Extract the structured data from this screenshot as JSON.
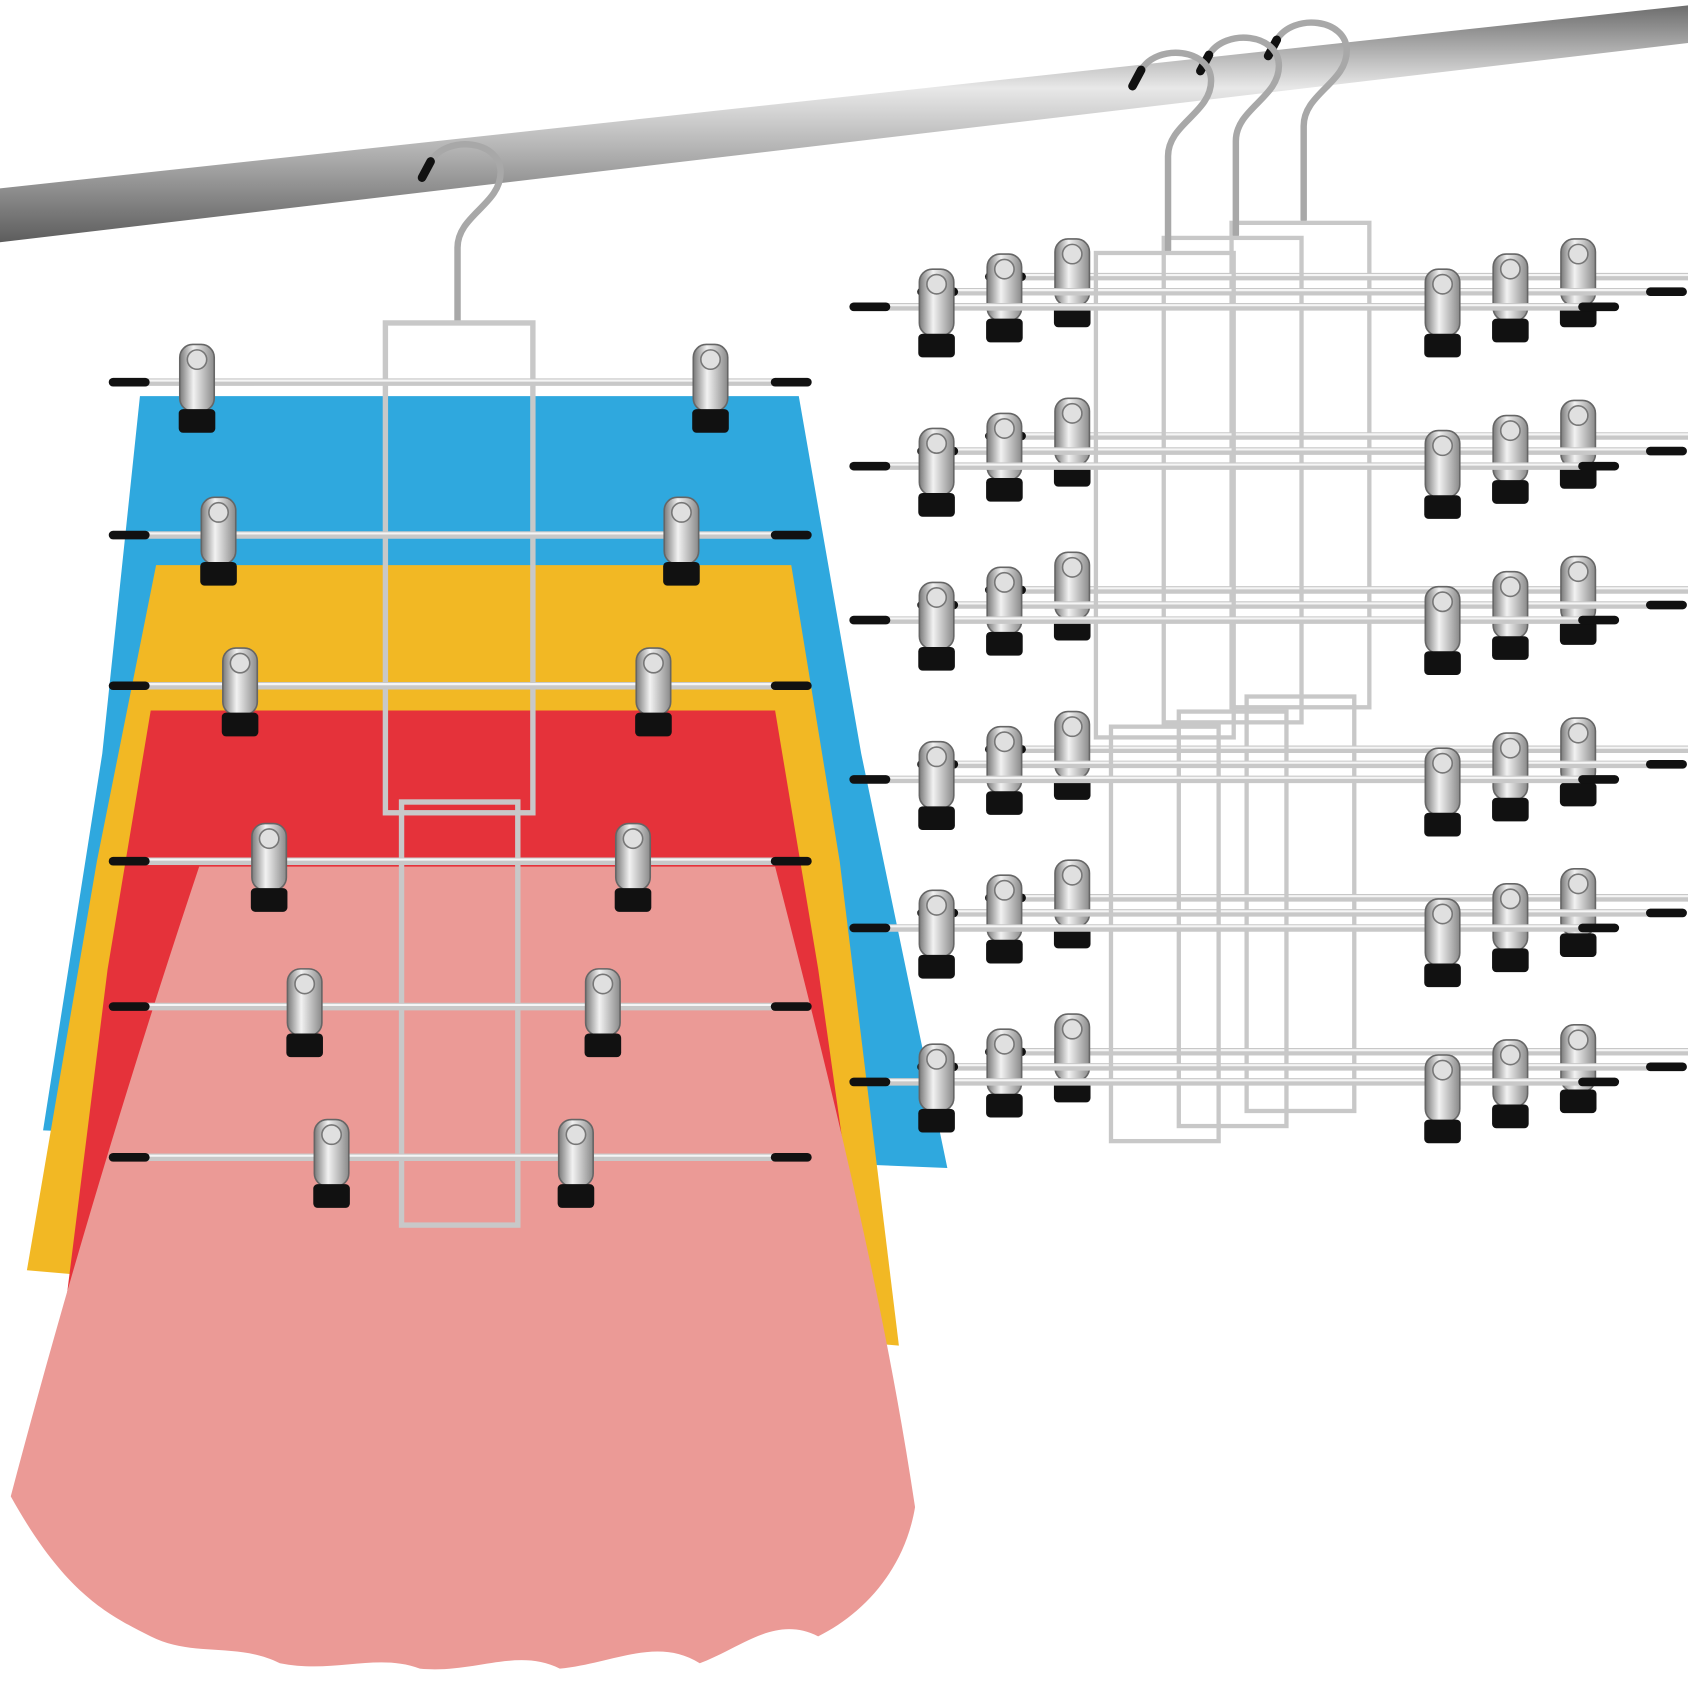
{
  "scene": {
    "subject": "tiered-skirt-hangers-with-clips",
    "colors": {
      "background": "#ffffff",
      "rod": "#9a9a9a",
      "metal": "#c8c8c8",
      "clip_tip": "#111111",
      "skirt_blue": "#2fa8de",
      "skirt_yellow": "#f2b824",
      "skirt_red": "#e5323a",
      "skirt_pink": "#eb9a96"
    },
    "left_hanger": {
      "tiers": 6,
      "clips_per_tier": 2
    },
    "right_hangers": {
      "count": 3,
      "tiers": 6,
      "clips_per_tier": 2
    }
  }
}
